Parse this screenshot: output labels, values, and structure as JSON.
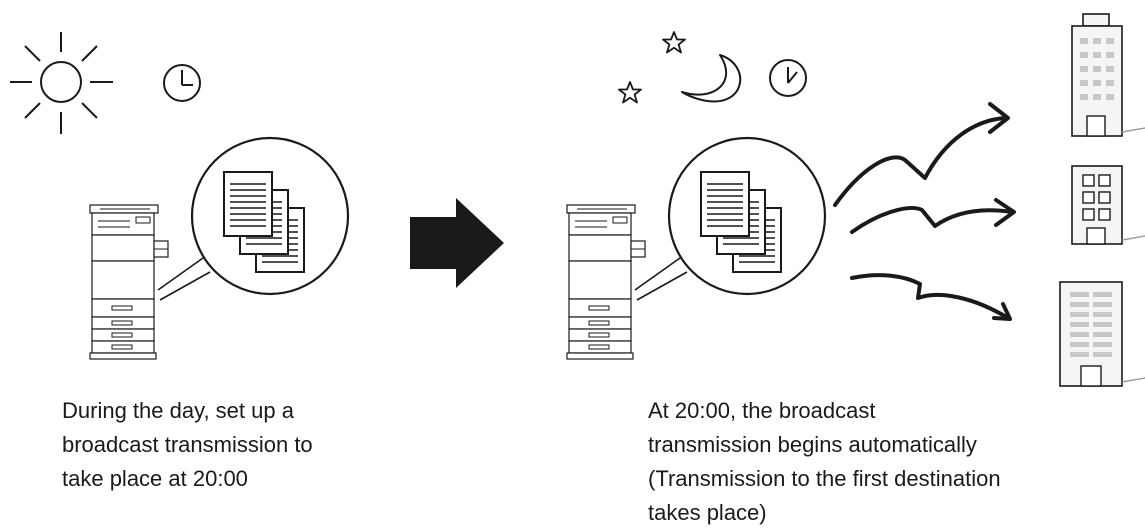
{
  "captions": {
    "day": [
      "During the day, set up a",
      "broadcast transmission to",
      "take place at 20:00"
    ],
    "night": [
      "At 20:00, the broadcast",
      "transmission begins automatically",
      "(Transmission to the first destination",
      "takes place)"
    ]
  },
  "icons": {
    "day_scene": [
      "sun-icon",
      "clock-icon",
      "printer-icon",
      "documents-icon"
    ],
    "transition": "arrow-right-icon",
    "night_scene": [
      "star-icon",
      "moon-icon",
      "clock-icon",
      "printer-icon",
      "documents-icon"
    ],
    "transmissions": [
      "lightning-arrow-icon",
      "lightning-arrow-icon",
      "lightning-arrow-icon"
    ],
    "destinations": [
      "tall-building-icon",
      "office-building-icon",
      "apartment-building-icon"
    ]
  },
  "colors": {
    "stroke": "#1a1a1a",
    "arrow": "#1a1a1a",
    "building_fill": "#f5f5f5",
    "window_fill": "#c8c8c8"
  }
}
